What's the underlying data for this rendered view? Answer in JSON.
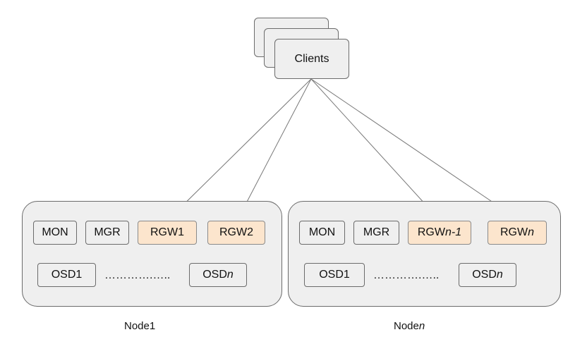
{
  "clients": {
    "label": "Clients"
  },
  "node1": {
    "label": "Node1",
    "mon": "MON",
    "mgr": "MGR",
    "rgw1": "RGW1",
    "rgw2": "RGW2",
    "osd_first": "OSD1",
    "ellipsis": "………….…..",
    "osd_last_prefix": "OSD",
    "osd_last_suffix": "n"
  },
  "noden": {
    "label_prefix": "Node",
    "label_suffix": "n",
    "mon": "MON",
    "mgr": "MGR",
    "rgw_a_prefix": "RGW",
    "rgw_a_suffix": "n-1",
    "rgw_b_prefix": "RGW",
    "rgw_b_suffix": "n",
    "osd_first": "OSD1",
    "ellipsis": "………….…..",
    "osd_last_prefix": "OSD",
    "osd_last_suffix": "n"
  },
  "colors": {
    "box_fill": "#efefef",
    "rgw_fill": "#fce5cd",
    "stroke": "#6b6b6b",
    "connector": "#777777"
  }
}
